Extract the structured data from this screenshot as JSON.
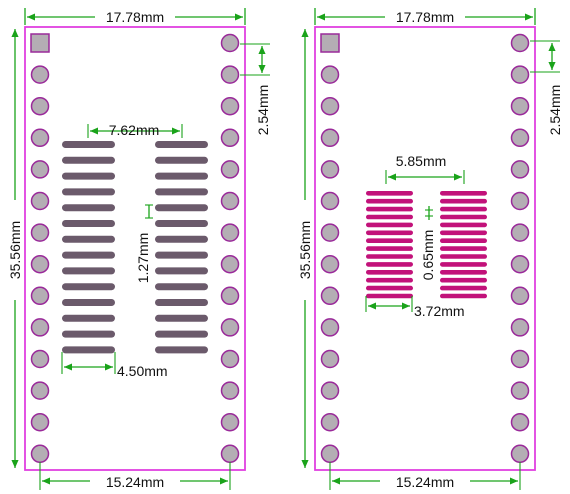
{
  "colors": {
    "board_outline": "#e040e0",
    "pad_fill": "#b4aeb4",
    "pad_stroke": "#9a2a9a",
    "dimension_line": "#1aa31a",
    "left_smd_pad": "#6b5a6b",
    "right_smd_pad": "#c2127a",
    "label_text": "#111111"
  },
  "left_board": {
    "width_label": "17.78mm",
    "height_label": "35.56mm",
    "pitch_label": "2.54mm",
    "pin_row_label": "15.24mm",
    "smd_pitch_label": "1.27mm",
    "smd_row_spacing_label": "7.62mm",
    "smd_pad_length_label": "4.50mm",
    "pads_per_side": 14,
    "smd_pads_per_side": 14
  },
  "right_board": {
    "width_label": "17.78mm",
    "height_label": "35.56mm",
    "pitch_label": "2.54mm",
    "pin_row_label": "15.24mm",
    "smd_pitch_label": "0.65mm",
    "smd_row_spacing_label": "5.85mm",
    "smd_pad_length_label": "3.72mm",
    "pads_per_side": 14,
    "smd_pads_per_side": 14
  }
}
